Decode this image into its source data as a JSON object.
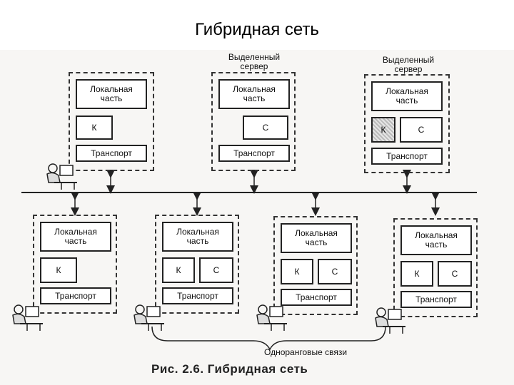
{
  "title": "Гибридная сеть",
  "figure_caption": "Рис. 2.6. Гибридная сеть",
  "p2p_label": "Одноранговые связи",
  "labels": {
    "local": "Локальная\nчасть",
    "client": "К",
    "server": "С",
    "transport": "Транспорт",
    "dedicated_server": "Выделенный\nсервер"
  },
  "nodes": [
    {
      "id": "top-client",
      "row": "top",
      "caption": "",
      "parts": [
        "local",
        "client",
        "transport"
      ]
    },
    {
      "id": "top-server-1",
      "row": "top",
      "caption": "Выделенный\nсервер",
      "parts": [
        "local",
        "server",
        "transport"
      ]
    },
    {
      "id": "top-server-2",
      "row": "top",
      "caption": "Выделенный\nсервер",
      "parts": [
        "local",
        "client",
        "server",
        "transport"
      ]
    },
    {
      "id": "bottom-client",
      "row": "bottom",
      "caption": "",
      "parts": [
        "local",
        "client",
        "transport"
      ]
    },
    {
      "id": "bottom-peer-1",
      "row": "bottom",
      "caption": "",
      "parts": [
        "local",
        "client",
        "server",
        "transport"
      ]
    },
    {
      "id": "bottom-peer-2",
      "row": "bottom",
      "caption": "",
      "parts": [
        "local",
        "client",
        "server",
        "transport"
      ]
    },
    {
      "id": "bottom-peer-3",
      "row": "bottom",
      "caption": "",
      "parts": [
        "local",
        "client",
        "server",
        "transport"
      ]
    }
  ],
  "icons": [
    "workstation-user-icon"
  ]
}
